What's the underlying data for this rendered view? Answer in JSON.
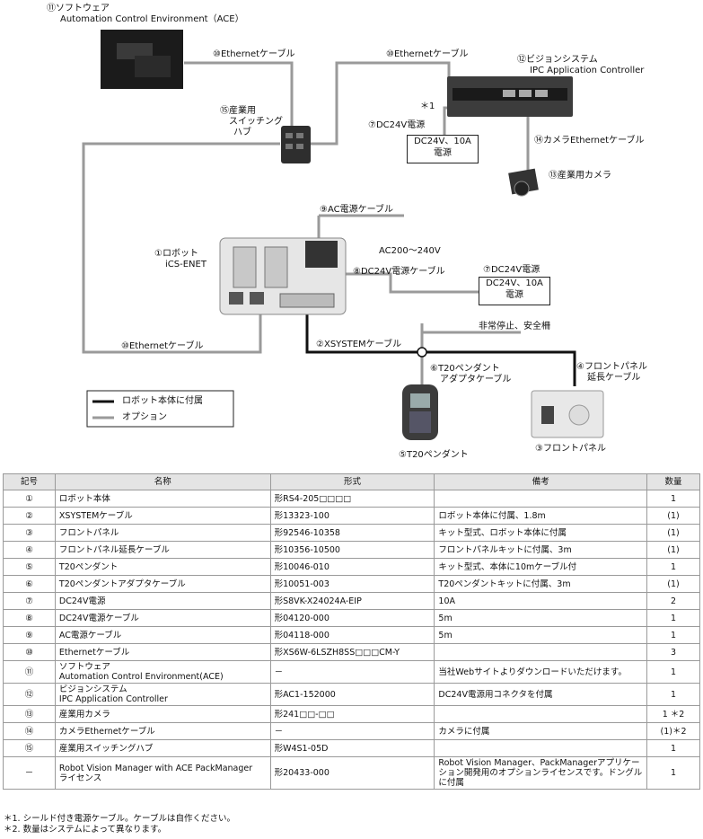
{
  "diagram": {
    "software_label": "⑪ソフトウェア",
    "software_sub": "Automation Control Environment（ACE）",
    "eth_label_1": "⑩Ethernetケーブル",
    "eth_label_2": "⑩Ethernetケーブル",
    "eth_label_3": "⑩Ethernetケーブル",
    "vision_label": "⑫ビジョンシステム",
    "vision_sub": "IPC Application Controller",
    "note_mark": "＊1",
    "dc24v_label_1": "⑦DC24V電源",
    "dc24v_box_1": "DC24V、10A",
    "dc24v_box_1b": "電源",
    "camera_eth_label": "⑭カメラEthernetケーブル",
    "camera_label": "⑬産業用カメラ",
    "hub_label_1": "⑮産業用",
    "hub_label_2": "スイッチング",
    "hub_label_3": "ハブ",
    "ac_cable_label": "⑨AC電源ケーブル",
    "ac_range": "AC200～240V",
    "robot_label": "①ロボット",
    "robot_sub": "iCS-ENET",
    "dc24v_cable_label": "⑧DC24V電源ケーブル",
    "dc24v_label_2": "⑦DC24V電源",
    "dc24v_box_2": "DC24V、10A",
    "dc24v_box_2b": "電源",
    "estop_label": "非常停止、安全柵",
    "xsystem_label": "②XSYSTEMケーブル",
    "adapter_label_1": "⑥T20ペンダント",
    "adapter_label_2": "アダプタケーブル",
    "front_ext_label_1": "④フロントパネル",
    "front_ext_label_2": "延長ケーブル",
    "pendant_label": "⑤T20ペンダント",
    "front_panel_label": "③フロントパネル",
    "legend_black": "ロボット本体に付属",
    "legend_gray": "オプション",
    "colors": {
      "black_line": "#111111",
      "gray_line": "#9a9a9a"
    }
  },
  "table": {
    "headers": [
      "記号",
      "名称",
      "形式",
      "備考",
      "数量"
    ],
    "rows": [
      [
        "①",
        "ロボット本体",
        "形RS4-205□□□□",
        "",
        "1"
      ],
      [
        "②",
        "XSYSTEMケーブル",
        "形13323-100",
        "ロボット本体に付属、1.8m",
        "(1)"
      ],
      [
        "③",
        "フロントパネル",
        "形92546-10358",
        "キット型式、ロボット本体に付属",
        "(1)"
      ],
      [
        "④",
        "フロントパネル延長ケーブル",
        "形10356-10500",
        "フロントパネルキットに付属、3m",
        "(1)"
      ],
      [
        "⑤",
        "T20ペンダント",
        "形10046-010",
        "キット型式、本体に10mケーブル付",
        "1"
      ],
      [
        "⑥",
        "T20ペンダントアダプタケーブル",
        "形10051-003",
        "T20ペンダントキットに付属、3m",
        "(1)"
      ],
      [
        "⑦",
        "DC24V電源",
        "形S8VK-X24024A-EIP",
        "10A",
        "2"
      ],
      [
        "⑧",
        "DC24V電源ケーブル",
        "形04120-000",
        "5m",
        "1"
      ],
      [
        "⑨",
        "AC電源ケーブル",
        "形04118-000",
        "5m",
        "1"
      ],
      [
        "⑩",
        "Ethernetケーブル",
        "形XS6W-6LSZH8SS□□□CM-Y",
        "",
        "3"
      ],
      [
        "⑪",
        "ソフトウェア\nAutomation Control Environment(ACE)",
        "－",
        "当社Webサイトよりダウンロードいただけます。",
        "1"
      ],
      [
        "⑫",
        "ビジョンシステム\nIPC Application Controller",
        "形AC1-152000",
        "DC24V電源用コネクタを付属",
        "1"
      ],
      [
        "⑬",
        "産業用カメラ",
        "形241□□-□□",
        "",
        "1 ＊2"
      ],
      [
        "⑭",
        "カメラEthernetケーブル",
        "－",
        "カメラに付属",
        "(1)＊2"
      ],
      [
        "⑮",
        "産業用スイッチングハブ",
        "形W4S1-05D",
        "",
        "1"
      ],
      [
        "－",
        "Robot Vision Manager with ACE PackManager\nライセンス",
        "形20433-000",
        "Robot Vision Manager、PackManagerアプリケーション開発用のオプションライセンスです。ドングルに付属",
        "1"
      ]
    ]
  },
  "notes": {
    "note1": "＊1. シールド付き電源ケーブル。ケーブルは自作ください。",
    "note2": "＊2. 数量はシステムによって異なります。"
  }
}
